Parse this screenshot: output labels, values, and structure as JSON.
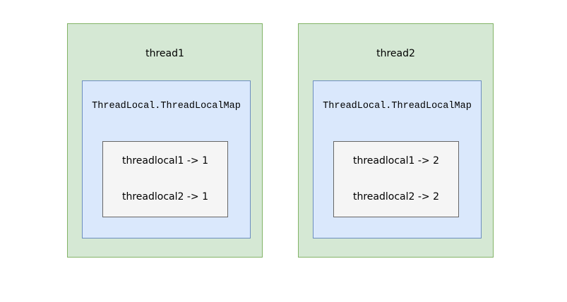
{
  "diagram": {
    "description": "Two threads each holding their own ThreadLocal.ThreadLocalMap with independent values",
    "threads": [
      {
        "title": "thread1",
        "map_label": "ThreadLocal.ThreadLocalMap",
        "entries": [
          "threadlocal1 -> 1",
          "threadlocal2 -> 1"
        ]
      },
      {
        "title": "thread2",
        "map_label": "ThreadLocal.ThreadLocalMap",
        "entries": [
          "threadlocal1 -> 2",
          "threadlocal2 -> 2"
        ]
      }
    ],
    "colors": {
      "thread_box_fill": "#d5e8d4",
      "thread_box_stroke": "#82b366",
      "map_box_fill": "#dae8fc",
      "map_box_stroke": "#6c8ebf",
      "entries_box_fill": "#f5f5f5",
      "entries_box_stroke": "#666666",
      "text": "#000000",
      "background": "#ffffff"
    }
  }
}
